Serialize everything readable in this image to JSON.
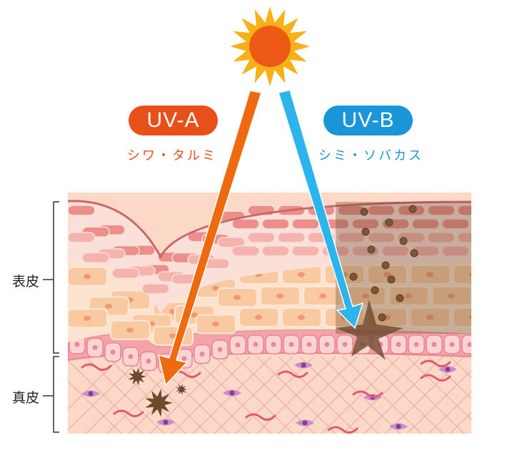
{
  "uva": {
    "label": "UV-A",
    "effect": "シワ・タルミ",
    "color": "#e8501a",
    "arrow_color": "#ee6a0f"
  },
  "uvb": {
    "label": "UV-B",
    "effect": "シミ・ソバカス",
    "color": "#1a96d8",
    "arrow_color": "#2cb4ec"
  },
  "layers": {
    "epidermis": "表皮",
    "dermis": "真皮"
  },
  "colors": {
    "sun_core": "#ec5a16",
    "sun_rays": "#f7b116",
    "horny": "#f2a7a0",
    "spinous": "#f9c9a2",
    "basal": "#f4a3a8",
    "dermis": "#fbd9c6",
    "melanin": "#6d4a2e"
  }
}
